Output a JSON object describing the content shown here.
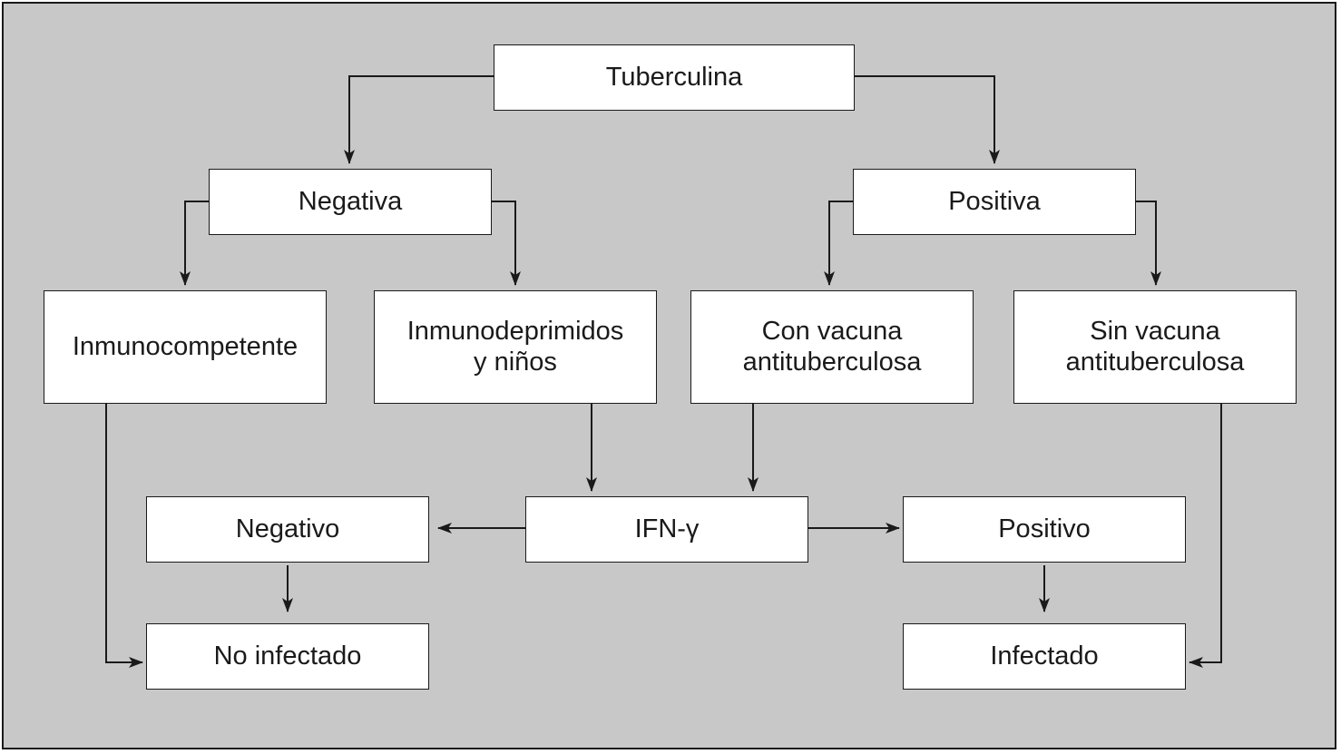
{
  "colors": {
    "background": "#c8c8c8",
    "box_fill": "#ffffff",
    "line": "#1a1a1a"
  },
  "nodes": {
    "tuberculina": "Tuberculina",
    "negativa": "Negativa",
    "positiva": "Positiva",
    "inmunocompetente": "Inmunocompetente",
    "inmunodeprimidos": "Inmunodeprimidos\ny niños",
    "con_vacuna": "Con vacuna\nantituberculosa",
    "sin_vacuna": "Sin vacuna\nantituberculosa",
    "ifn": "IFN-γ",
    "negativo": "Negativo",
    "positivo": "Positivo",
    "no_infectado": "No infectado",
    "infectado": "Infectado"
  },
  "edges": [
    [
      "tuberculina",
      "negativa"
    ],
    [
      "tuberculina",
      "positiva"
    ],
    [
      "negativa",
      "inmunocompetente"
    ],
    [
      "negativa",
      "inmunodeprimidos"
    ],
    [
      "positiva",
      "con_vacuna"
    ],
    [
      "positiva",
      "sin_vacuna"
    ],
    [
      "inmunocompetente",
      "no_infectado"
    ],
    [
      "inmunodeprimidos",
      "ifn"
    ],
    [
      "con_vacuna",
      "ifn"
    ],
    [
      "sin_vacuna",
      "infectado"
    ],
    [
      "ifn",
      "negativo"
    ],
    [
      "ifn",
      "positivo"
    ],
    [
      "negativo",
      "no_infectado"
    ],
    [
      "positivo",
      "infectado"
    ]
  ]
}
